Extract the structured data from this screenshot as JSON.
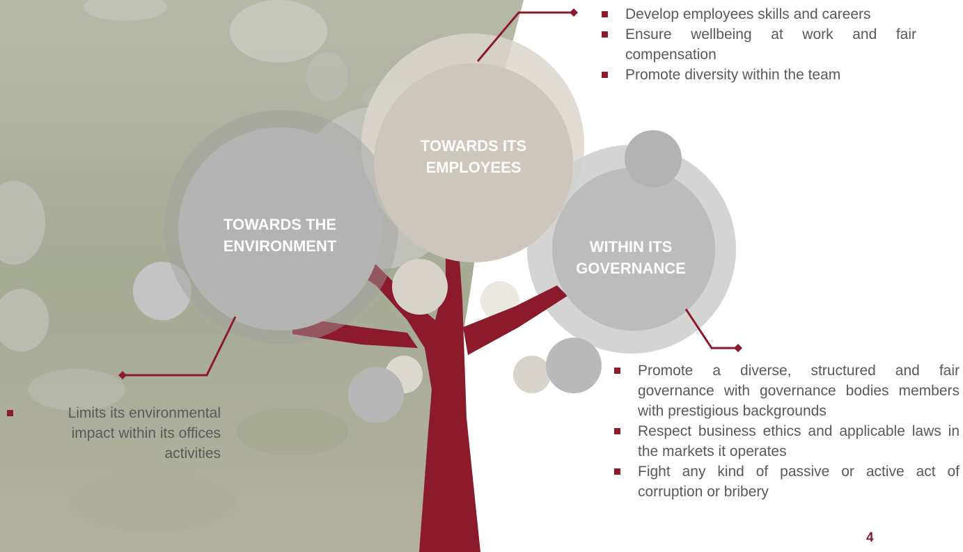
{
  "circles": {
    "environment": "TOWARDS THE ENVIRONMENT",
    "employees": "TOWARDS ITS EMPLOYEES",
    "governance": "WITHIN ITS GOVERNANCE"
  },
  "employees_points": [
    "Develop employees skills and careers",
    "Ensure wellbeing at work and fair compensation",
    "Promote diversity within the team"
  ],
  "governance_points": [
    "Promote a diverse, structured and fair governance with governance bodies members with prestigious backgrounds",
    "Respect business ethics and applicable laws in the markets it operates",
    "Fight any kind of passive or active act of corruption or bribery"
  ],
  "environment_points": [
    "Limits its environmental impact within its offices activities"
  ],
  "page_number": "4",
  "colors": {
    "accent": "#8b1a2b",
    "text": "#595959",
    "circle_gray": "#b3b3b3",
    "circle_beige": "#cdc6ba"
  }
}
